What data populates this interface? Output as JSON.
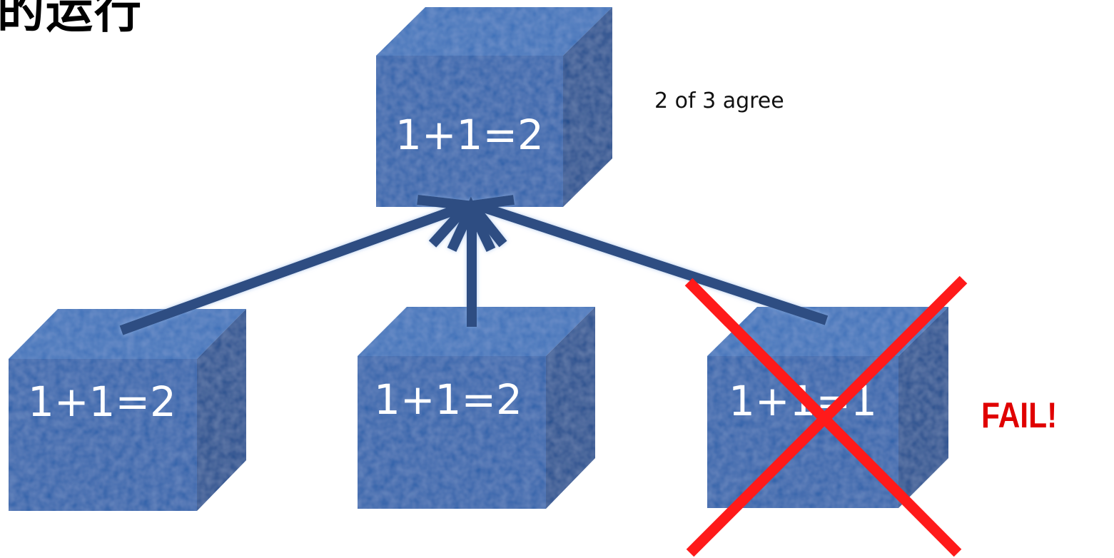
{
  "title": "的运行",
  "annotation": "2 of 3 agree",
  "fail_label": "FAIL!",
  "boxes": {
    "top": "1+1=2",
    "left": "1+1=2",
    "middle": "1+1=2",
    "right": "1+1=1"
  },
  "colors": {
    "box_front": "#2b5ea8",
    "box_top": "#3a6fb8",
    "box_side": "#1f4a8a",
    "arrow": "#2e4e82",
    "cross": "#ff1a1a",
    "fail_text": "#e00000"
  }
}
